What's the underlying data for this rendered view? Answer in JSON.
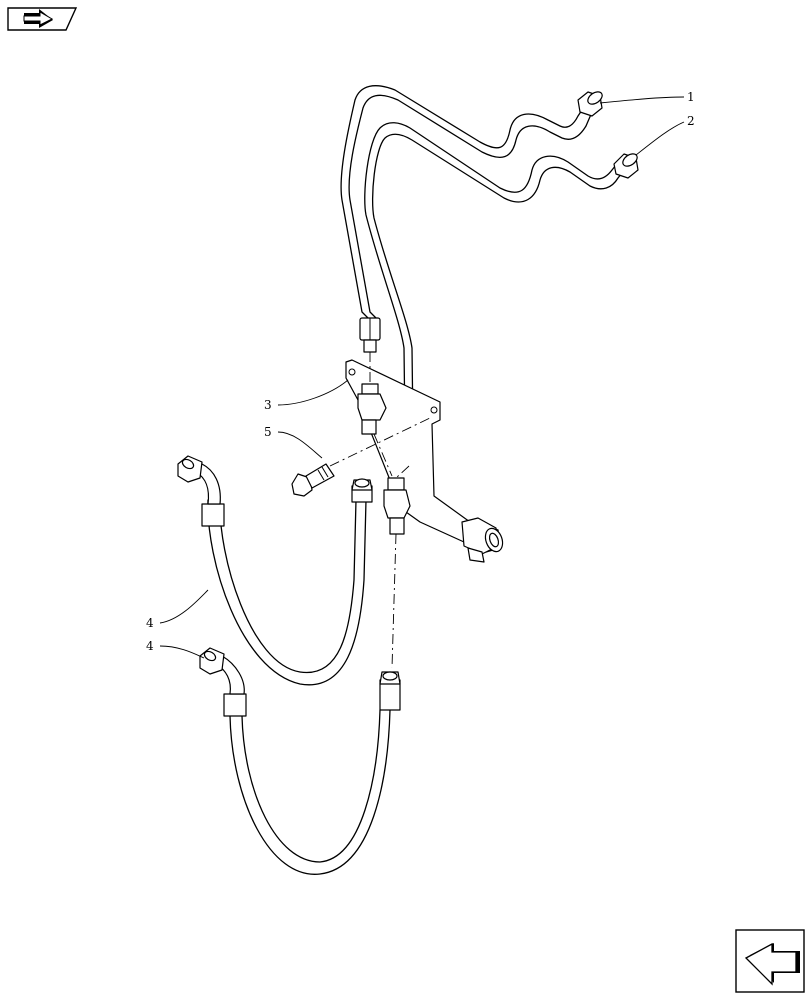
{
  "callouts": [
    {
      "id": "1",
      "label": "1"
    },
    {
      "id": "2",
      "label": "2"
    },
    {
      "id": "3",
      "label": "3"
    },
    {
      "id": "5",
      "label": "5"
    },
    {
      "id": "4a",
      "label": "4"
    },
    {
      "id": "4b",
      "label": "4"
    }
  ],
  "icons": {
    "top_left": "page-back-arrow-icon",
    "bottom_right": "page-forward-arrow-icon"
  },
  "colors": {
    "line": "#000000",
    "background": "#ffffff"
  }
}
